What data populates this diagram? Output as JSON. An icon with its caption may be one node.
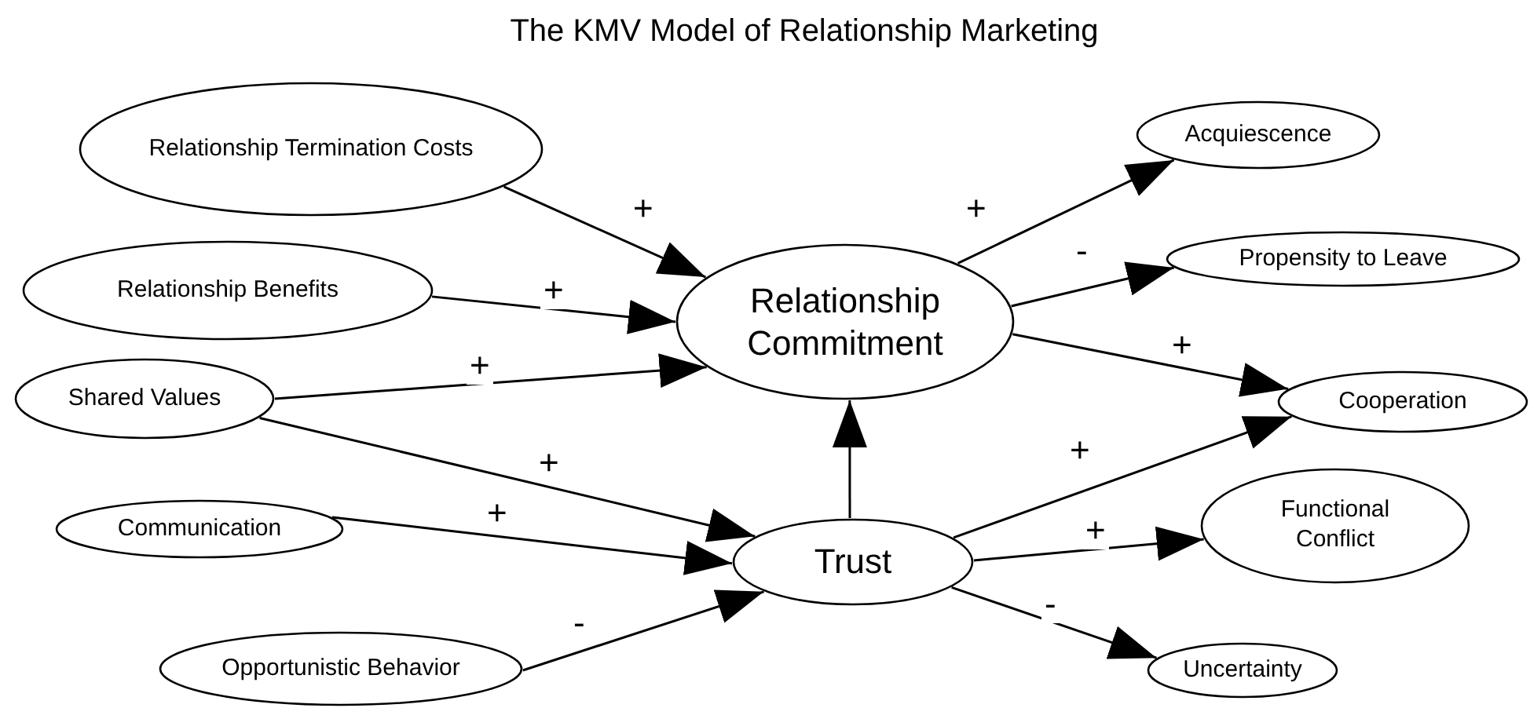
{
  "diagram": {
    "title": "The KMV Model of Relationship Marketing",
    "nodes": [
      {
        "text": [
          "Relationship Termination Costs"
        ]
      },
      {
        "text": [
          "Relationship Benefits"
        ]
      },
      {
        "text": [
          "Shared Values"
        ]
      },
      {
        "text": [
          "Communication"
        ]
      },
      {
        "text": [
          "Opportunistic Behavior"
        ]
      },
      {
        "text": [
          "Relationship Commitment"
        ]
      },
      {
        "text": [
          "Trust"
        ]
      },
      {
        "text": [
          "Acquiescence"
        ]
      },
      {
        "text": [
          "Propensity to Leave"
        ]
      },
      {
        "text": [
          "Cooperation"
        ]
      },
      {
        "text": [
          "Functional Conflict"
        ]
      },
      {
        "text": [
          "Uncertainty"
        ]
      }
    ],
    "edges": [
      {
        "from": 0,
        "to": 5,
        "arrow": "to",
        "label": "+"
      },
      {
        "from": 1,
        "to": 5,
        "arrow": "to",
        "label": "+"
      },
      {
        "from": 2,
        "to": 5,
        "arrow": "to",
        "label": "+"
      },
      {
        "from": 2,
        "to": 6,
        "arrow": "to",
        "label": "+"
      },
      {
        "from": 3,
        "to": 6,
        "arrow": "to",
        "label": "+"
      },
      {
        "from": 4,
        "to": 6,
        "arrow": "to",
        "label": "-"
      },
      {
        "from": 6,
        "to": 5,
        "arrow": "to"
      },
      {
        "from": 5,
        "to": 7,
        "arrow": "to",
        "label": "+"
      },
      {
        "from": 5,
        "to": 8,
        "arrow": "to",
        "label": "-"
      },
      {
        "from": 5,
        "to": 9,
        "arrow": "to",
        "label": "+"
      },
      {
        "from": 6,
        "to": 9,
        "arrow": "to",
        "label": "+"
      },
      {
        "from": 6,
        "to": 10,
        "arrow": "to",
        "label": "+"
      },
      {
        "from": 6,
        "to": 11,
        "arrow": "to",
        "label": "-"
      }
    ]
  }
}
